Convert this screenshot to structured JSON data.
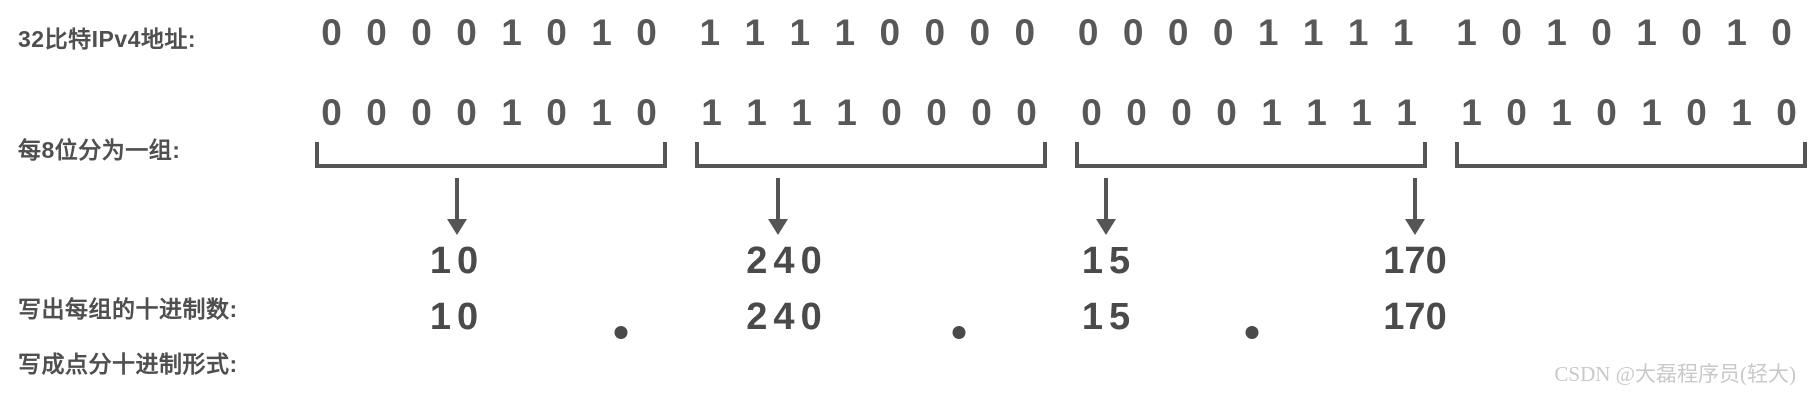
{
  "title": "IPv4 address dotted-decimal conversion diagram",
  "labels": {
    "bits_row": "32比特IPv4地址:",
    "group_row": "每8位分为一组:",
    "decimal_row": "写出每组的十进制数:",
    "dotted_row": "写成点分十进制形式:"
  },
  "bits": {
    "full_string": "00001010111100000000111110101010",
    "groups": [
      [
        "0",
        "0",
        "0",
        "0",
        "1",
        "0",
        "1",
        "0"
      ],
      [
        "1",
        "1",
        "1",
        "1",
        "0",
        "0",
        "0",
        "0"
      ],
      [
        "0",
        "0",
        "0",
        "0",
        "1",
        "1",
        "1",
        "1"
      ],
      [
        "1",
        "0",
        "1",
        "0",
        "1",
        "0",
        "1",
        "0"
      ]
    ]
  },
  "octets": [
    {
      "binary": "00001010",
      "decimal": "10"
    },
    {
      "binary": "11110000",
      "decimal": "240"
    },
    {
      "binary": "00001111",
      "decimal": "15"
    },
    {
      "binary": "10101010",
      "decimal": "170"
    }
  ],
  "dotted": {
    "values": [
      "10",
      "240",
      "15",
      "170"
    ],
    "separator": "·",
    "address": "10.240.15.170"
  },
  "colors": {
    "bit_text": "#585858",
    "label_text": "#4f4f4f",
    "bracket": "#555555",
    "decimal_text": "#4a4a4a",
    "background": "#ffffff",
    "watermark": "#c9c9c9"
  },
  "watermark": "CSDN @大磊程序员(轻大)"
}
